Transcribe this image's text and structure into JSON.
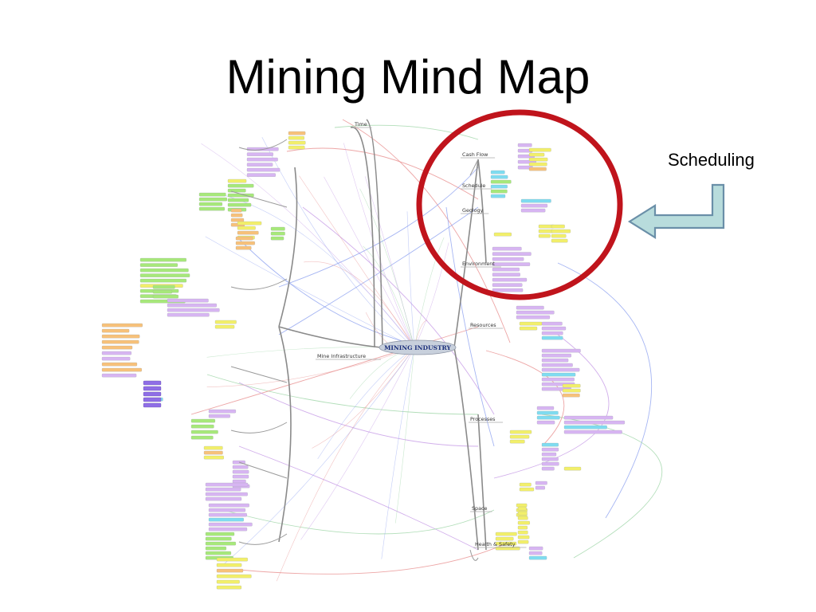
{
  "title": "Mining Mind Map",
  "callout": "Scheduling",
  "hub": {
    "label": "MINING INDUSTRY"
  },
  "branches": [
    {
      "label": "Time"
    },
    {
      "label": "Cash Flow"
    },
    {
      "label": "Schedule"
    },
    {
      "label": "Geology"
    },
    {
      "label": "Environment"
    },
    {
      "label": "Resources"
    },
    {
      "label": "Processes"
    },
    {
      "label": "Space"
    },
    {
      "label": "Health & Safety"
    },
    {
      "label": "Mine Infrastructure"
    }
  ],
  "colors": {
    "highlight_ring": "#c0141c",
    "arrow_fill": "#b8dcdc",
    "arrow_stroke": "#6a8fa8",
    "hub_fill": "#c8d0dc",
    "hub_text": "#1a2e7a",
    "tag_green": "#a7e87a",
    "tag_yellow": "#f2ef6a",
    "tag_orange": "#f7c17a",
    "tag_purple": "#d7b5f2",
    "tag_cyan": "#7fdcf0",
    "tag_violet": "#8f6ee6",
    "link_red": "#e89090",
    "link_blue": "#8fa3f0",
    "link_green": "#9fd6a8",
    "link_purple": "#c59ae6"
  }
}
